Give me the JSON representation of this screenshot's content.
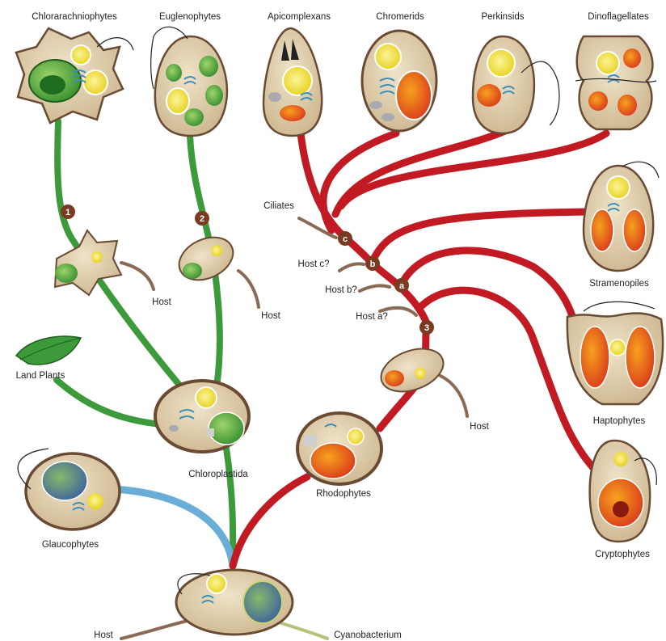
{
  "colors": {
    "green_lineage": "#3d9a3a",
    "red_lineage": "#c21a22",
    "blue_lineage": "#6aaed8",
    "host_lineage": "#8a6a55",
    "cyano_lineage": "#b8c07a",
    "node_fill": "#7a3b22",
    "cell_fill": "#e2d2b0",
    "cell_rim": "#6a4a33",
    "green_plastid": "#5bb04a",
    "red_plastid": "#e04a1e",
    "blue_plastid": "#3f6fa8",
    "nucleus_yellow": "#f2e33a",
    "golgi_blue": "#3d8fb8"
  },
  "labels": {
    "chlorarachniophytes": "Chlorarachniophytes",
    "euglenophytes": "Euglenophytes",
    "apicomplexans": "Apicomplexans",
    "chromerids": "Chromerids",
    "perkinsids": "Perkinsids",
    "dinoflagellates": "Dinoflagellates",
    "ciliates": "Ciliates",
    "stramenopiles": "Stramenopiles",
    "haptophytes": "Haptophytes",
    "cryptophytes": "Cryptophytes",
    "land_plants": "Land Plants",
    "chloroplastida": "Chloroplastida",
    "rhodophytes": "Rhodophytes",
    "glaucophytes": "Glaucophytes",
    "host_bottom": "Host",
    "cyanobacterium": "Cyanobacterium",
    "host_1": "Host",
    "host_2": "Host",
    "host_3": "Host",
    "host_c": "Host c?",
    "host_b": "Host b?",
    "host_a": "Host a?"
  },
  "nodes": {
    "n1": "1",
    "n2": "2",
    "n3": "3",
    "na": "a",
    "nb": "b",
    "nc": "c"
  },
  "icons": {
    "leaf": "leaf-icon",
    "flagellum": "flagellum-icon"
  }
}
